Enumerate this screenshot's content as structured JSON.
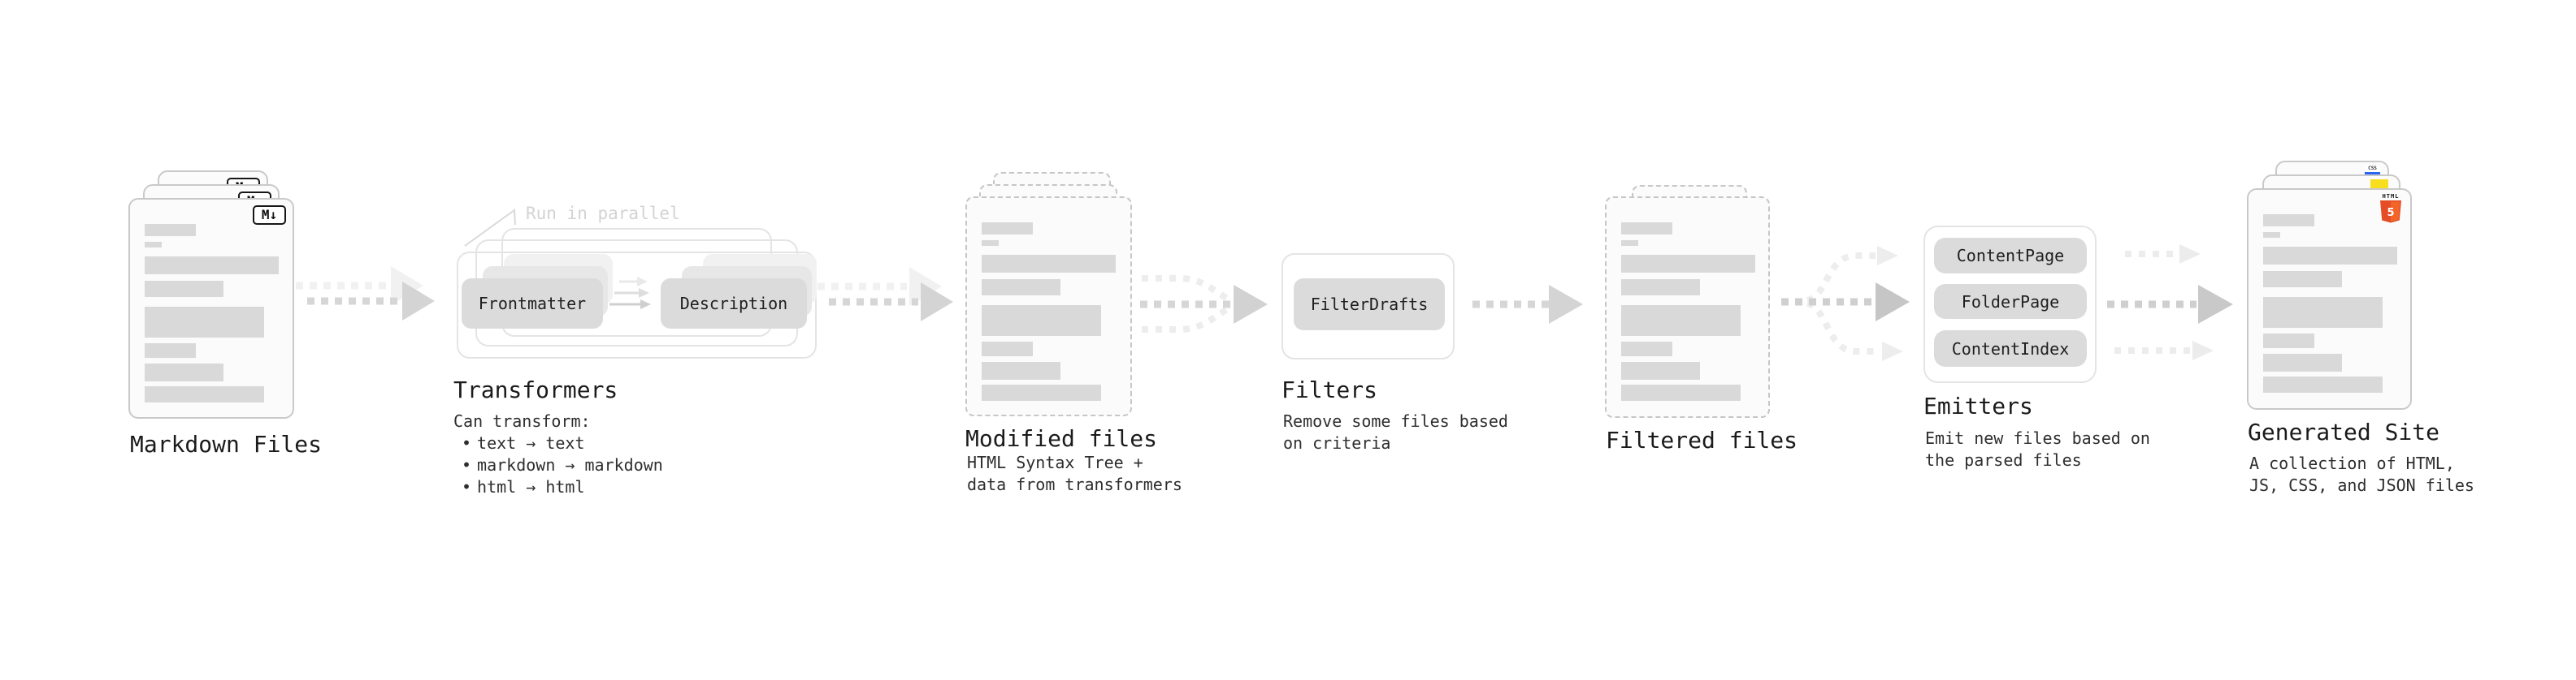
{
  "colors": {
    "html5_orange": "#e44d26",
    "html5_orange_light": "#f16529",
    "css_blue": "#2965f1",
    "js_yellow": "#f7df1e"
  },
  "markdown_files": {
    "label": "Markdown Files",
    "badge": "M↓"
  },
  "transformers": {
    "note": "Run in parallel",
    "left_box": "Frontmatter",
    "right_box": "Description",
    "heading": "Transformers",
    "desc_title": "Can transform:",
    "bullet": "•",
    "bullets": [
      "text → text",
      "markdown → markdown",
      "html → html"
    ]
  },
  "modified_files": {
    "heading": "Modified files",
    "desc_lines": [
      "HTML Syntax Tree +",
      "data from transformers"
    ]
  },
  "filters": {
    "box": "FilterDrafts",
    "heading": "Filters",
    "desc_lines": [
      "Remove some files based",
      "on criteria"
    ]
  },
  "filtered_files": {
    "heading": "Filtered files"
  },
  "emitters": {
    "boxes": [
      "ContentPage",
      "FolderPage",
      "ContentIndex"
    ],
    "heading": "Emitters",
    "desc_lines": [
      "Emit new files based on",
      "the parsed files"
    ]
  },
  "generated_site": {
    "heading": "Generated Site",
    "desc_lines": [
      "A collection of HTML,",
      "JS, CSS, and JSON files"
    ],
    "css_badge": "CSS",
    "html_badge_label": "HTML",
    "html_badge_number": "5"
  }
}
